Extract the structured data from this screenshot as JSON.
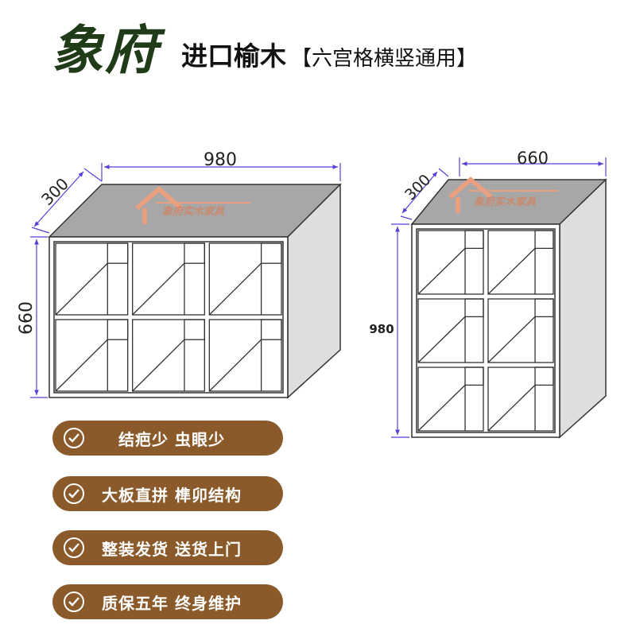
{
  "header": {
    "brand": "象府",
    "title": "进口榆木",
    "subtitle": "【六宫格横竖通用】"
  },
  "watermark": "象府实木家具",
  "horizontal_cabinet": {
    "width": "980",
    "depth": "300",
    "height": "660"
  },
  "vertical_cabinet": {
    "width": "660",
    "depth": "300",
    "height": "980"
  },
  "features": [
    "结疤少 虫眼少",
    "大板直拼 榫卯结构",
    "整装发货 送货上门",
    "质保五年 终身维护"
  ],
  "colors": {
    "badge": "#8a5a2b",
    "dimension_line": "#5b3fd6",
    "brand": "#1f3b18",
    "watermark": "#e8a080"
  }
}
